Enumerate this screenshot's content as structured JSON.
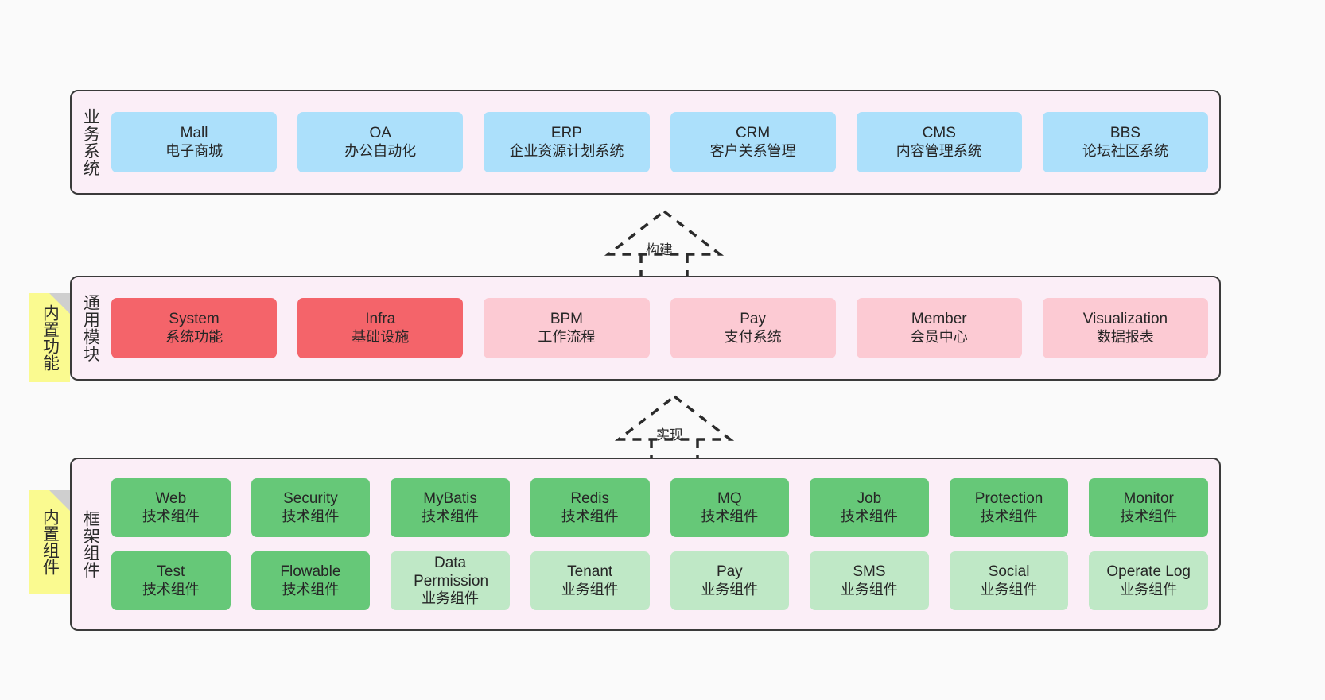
{
  "diagram": {
    "background_color": "#fafafa",
    "panel_color": "#fbeef7",
    "note_color": "#fafa90",
    "border_color": "#3a3a3a"
  },
  "layers": [
    {
      "id": "business-system",
      "title": "业务系统",
      "note": null,
      "rows": [
        [
          {
            "en": "Mall",
            "cn": "电子商城",
            "color": "#ace0fb",
            "style": "c-blue"
          },
          {
            "en": "OA",
            "cn": "办公自动化",
            "color": "#ace0fb",
            "style": "c-blue"
          },
          {
            "en": "ERP",
            "cn": "企业资源计划系统",
            "color": "#ace0fb",
            "style": "c-blue"
          },
          {
            "en": "CRM",
            "cn": "客户关系管理",
            "color": "#ace0fb",
            "style": "c-blue"
          },
          {
            "en": "CMS",
            "cn": "内容管理系统",
            "color": "#ace0fb",
            "style": "c-blue"
          },
          {
            "en": "BBS",
            "cn": "论坛社区系统",
            "color": "#ace0fb",
            "style": "c-blue"
          }
        ]
      ]
    },
    {
      "id": "common-module",
      "title": "通用模块",
      "note": "内置功能",
      "rows": [
        [
          {
            "en": "System",
            "cn": "系统功能",
            "color": "#f4646a",
            "style": "c-red"
          },
          {
            "en": "Infra",
            "cn": "基础设施",
            "color": "#f4646a",
            "style": "c-red"
          },
          {
            "en": "BPM",
            "cn": "工作流程",
            "color": "#fccad3",
            "style": "c-pink"
          },
          {
            "en": "Pay",
            "cn": "支付系统",
            "color": "#fccad3",
            "style": "c-pink"
          },
          {
            "en": "Member",
            "cn": "会员中心",
            "color": "#fccad3",
            "style": "c-pink"
          },
          {
            "en": "Visualization",
            "cn": "数据报表",
            "color": "#fccad3",
            "style": "c-pink"
          }
        ]
      ]
    },
    {
      "id": "framework-component",
      "title": "框架组件",
      "note": "内置组件",
      "rows": [
        [
          {
            "en": "Web",
            "cn": "技术组件",
            "color": "#66c878",
            "style": "c-green"
          },
          {
            "en": "Security",
            "cn": "技术组件",
            "color": "#66c878",
            "style": "c-green"
          },
          {
            "en": "MyBatis",
            "cn": "技术组件",
            "color": "#66c878",
            "style": "c-green"
          },
          {
            "en": "Redis",
            "cn": "技术组件",
            "color": "#66c878",
            "style": "c-green"
          },
          {
            "en": "MQ",
            "cn": "技术组件",
            "color": "#66c878",
            "style": "c-green"
          },
          {
            "en": "Job",
            "cn": "技术组件",
            "color": "#66c878",
            "style": "c-green"
          },
          {
            "en": "Protection",
            "cn": "技术组件",
            "color": "#66c878",
            "style": "c-green"
          },
          {
            "en": "Monitor",
            "cn": "技术组件",
            "color": "#66c878",
            "style": "c-green"
          }
        ],
        [
          {
            "en": "Test",
            "cn": "技术组件",
            "color": "#66c878",
            "style": "c-green"
          },
          {
            "en": "Flowable",
            "cn": "技术组件",
            "color": "#66c878",
            "style": "c-green"
          },
          {
            "en": "Data Permission",
            "cn": "业务组件",
            "color": "#bfe8c6",
            "style": "c-lightgreen"
          },
          {
            "en": "Tenant",
            "cn": "业务组件",
            "color": "#bfe8c6",
            "style": "c-lightgreen"
          },
          {
            "en": "Pay",
            "cn": "业务组件",
            "color": "#bfe8c6",
            "style": "c-lightgreen"
          },
          {
            "en": "SMS",
            "cn": "业务组件",
            "color": "#bfe8c6",
            "style": "c-lightgreen"
          },
          {
            "en": "Social",
            "cn": "业务组件",
            "color": "#bfe8c6",
            "style": "c-lightgreen"
          },
          {
            "en": "Operate Log",
            "cn": "业务组件",
            "color": "#bfe8c6",
            "style": "c-lightgreen"
          }
        ]
      ]
    }
  ],
  "connectors": [
    {
      "id": "build",
      "label": "构建"
    },
    {
      "id": "implement",
      "label": "实现"
    }
  ]
}
